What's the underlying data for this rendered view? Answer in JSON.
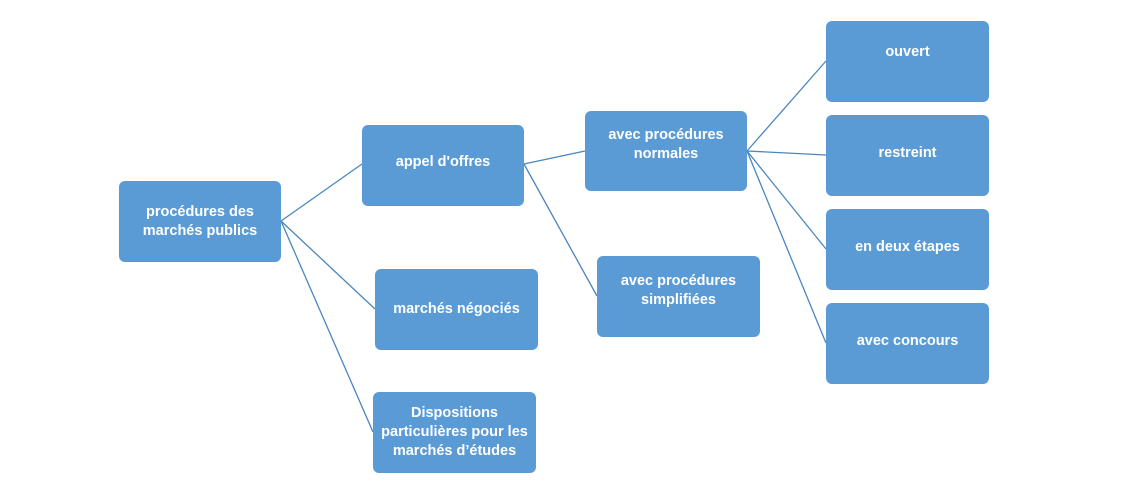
{
  "diagram": {
    "root": {
      "label": "procédures des marchés publics"
    },
    "level1": [
      {
        "id": "appel_offres",
        "label": "appel d'offres"
      },
      {
        "id": "marches_negocies",
        "label": "marchés négociés"
      },
      {
        "id": "dispositions",
        "label": "Dispositions particulières pour les marchés d’études"
      }
    ],
    "level2": [
      {
        "id": "procedures_normales",
        "label": "avec procédures normales"
      },
      {
        "id": "procedures_simplifiees",
        "label": "avec procédures simplifiées"
      }
    ],
    "level3": [
      {
        "id": "ouvert",
        "label": "ouvert"
      },
      {
        "id": "restreint",
        "label": "restreint"
      },
      {
        "id": "deux_etapes",
        "label": "en deux étapes"
      },
      {
        "id": "concours",
        "label": "avec concours"
      }
    ],
    "colors": {
      "node_fill": "#5b9bd5",
      "node_text": "#ffffff",
      "connector": "#4a86be"
    }
  }
}
